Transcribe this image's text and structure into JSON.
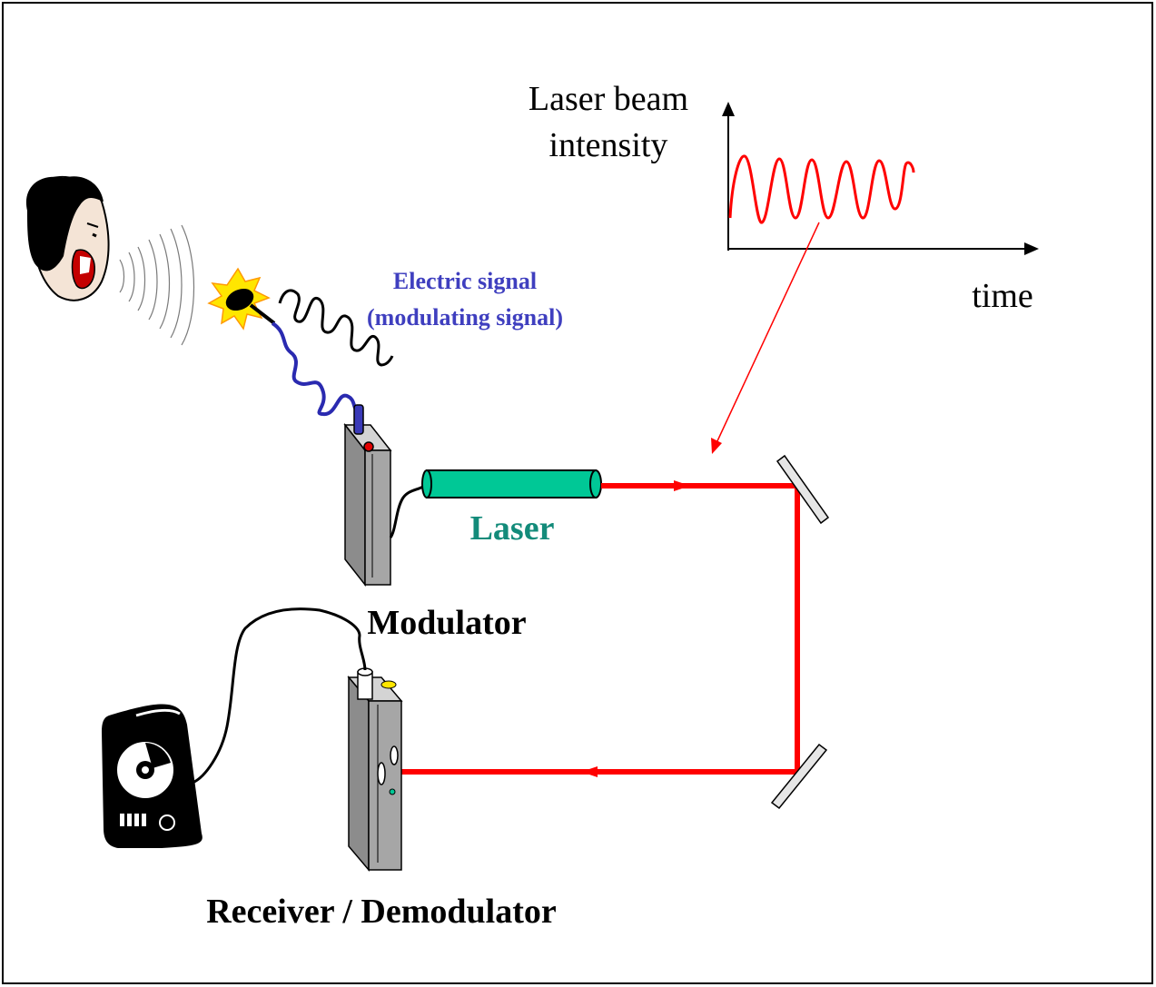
{
  "labels": {
    "intensity_line1": "Laser beam",
    "intensity_line2": "intensity",
    "time": "time",
    "electric_line1": "Electric signal",
    "electric_line2": "(modulating signal)",
    "laser": "Laser",
    "modulator": "Modulator",
    "receiver": "Receiver / Demodulator"
  },
  "colors": {
    "beam": "#ff0000",
    "laser_body": "#00c896",
    "laser_text": "#138b7a",
    "signal_text": "#3f3fbf",
    "cable_blue": "#2a2ab0",
    "box_gray": "#a6a6a6"
  },
  "icons": {
    "speaker": "shouting-person-icon",
    "microphone": "microphone-icon",
    "player": "cd-player-icon"
  }
}
